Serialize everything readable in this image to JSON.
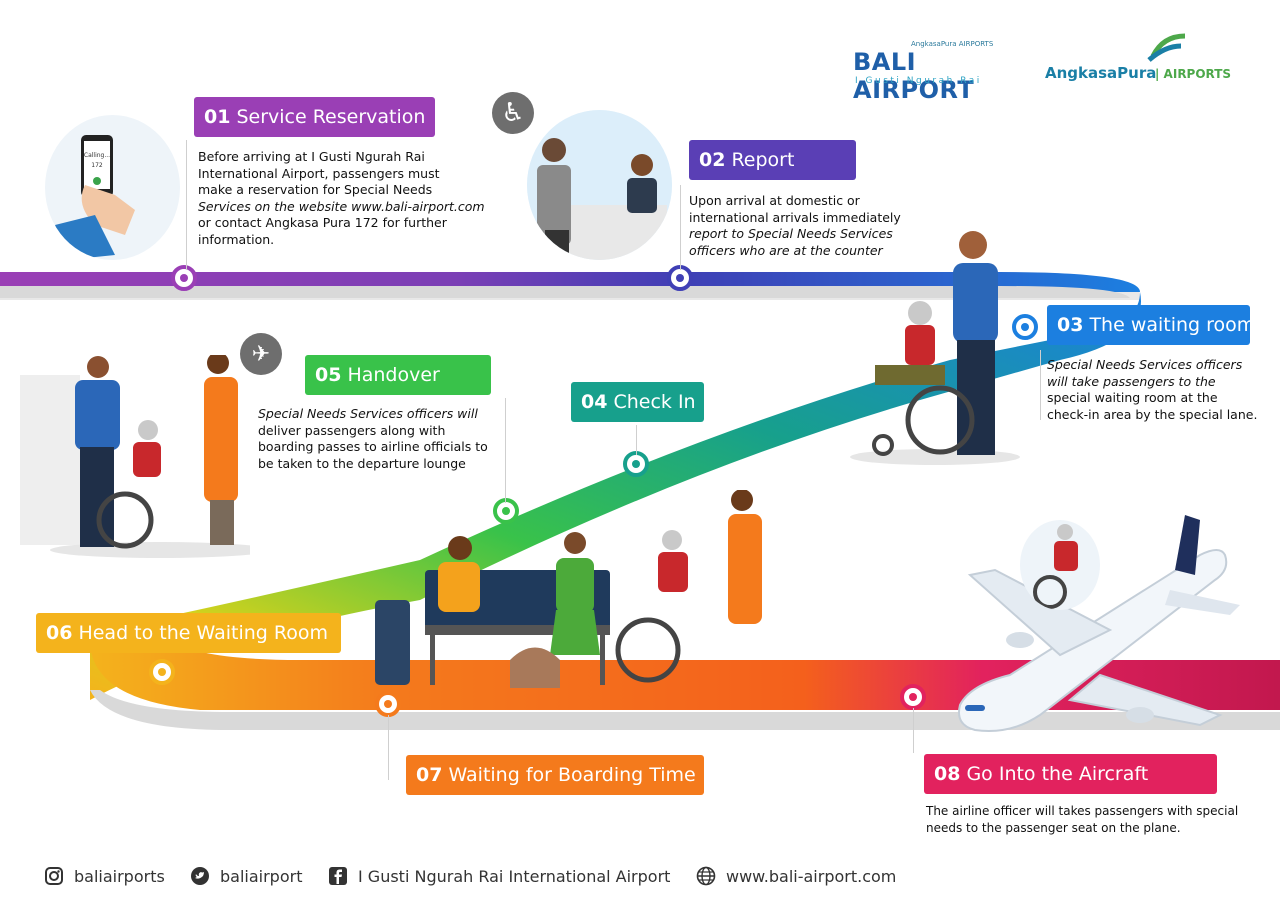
{
  "brand": {
    "bali_small": "AngkasaPura AIRPORTS",
    "bali_title": "BALI AIRPORT",
    "bali_sub": "I Gusti Ngurah Rai",
    "angkasa_name": "AngkasaPura",
    "angkasa_suffix": "| AIRPORTS"
  },
  "steps": [
    {
      "num": "01",
      "title": "Service Reservation",
      "color": "#9a3fb5"
    },
    {
      "num": "02",
      "title": "Report",
      "color": "#5a3fb5"
    },
    {
      "num": "03",
      "title": "The waiting room",
      "color": "#1c7fe0"
    },
    {
      "num": "04",
      "title": "Check In",
      "color": "#17a08c"
    },
    {
      "num": "05",
      "title": "Handover",
      "color": "#39c24a"
    },
    {
      "num": "06",
      "title": "Head to the Waiting Room",
      "color": "#f4b31c"
    },
    {
      "num": "07",
      "title": "Waiting for Boarding Time",
      "color": "#f47a1c"
    },
    {
      "num": "08",
      "title": "Go Into the Aircraft",
      "color": "#e2225e"
    }
  ],
  "descriptions": {
    "d01_a": "Before arriving at I Gusti Ngurah Rai",
    "d01_b": "International Airport, passengers must",
    "d01_c": "make a reservation for Special Needs",
    "d01_d": "Services on the website www.bali-airport.com",
    "d01_e": "or contact Angkasa Pura 172 for further",
    "d01_f": "information.",
    "d02_a": "Upon arrival at domestic or",
    "d02_b": "international arrivals immediately",
    "d02_c": "report to Special Needs Services",
    "d02_d": "officers who are at the counter",
    "d03_a": "Special Needs Services officers",
    "d03_b": "will take passengers to the",
    "d03_c": "special waiting room at the",
    "d03_d": "check-in area by the special lane.",
    "d05_a": "Special Needs Services officers will",
    "d05_b": "deliver passengers along with",
    "d05_c": "boarding passes to airline officials to",
    "d05_d": "be taken to the departure lounge",
    "d08_a": "The airline officer will takes passengers with special",
    "d08_b": "needs to the passenger seat on the plane."
  },
  "phone_text": "Calling... 172",
  "footer": {
    "instagram": "baliairports",
    "twitter": "baliairport",
    "facebook": "I Gusti Ngurah Rai International Airport",
    "website": "www.bali-airport.com"
  },
  "icons": [
    "wheelchair-icon",
    "departure-plane-icon",
    "instagram-icon",
    "twitter-icon",
    "facebook-icon",
    "globe-icon"
  ]
}
